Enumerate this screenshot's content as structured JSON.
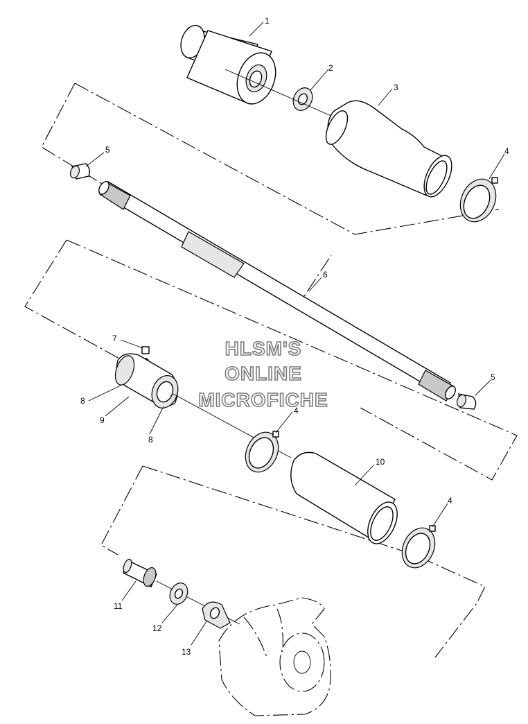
{
  "diagram": {
    "watermark": {
      "line1": "HLSM'S",
      "line2": "ONLINE",
      "line3": "MICROFICHE"
    },
    "callouts": {
      "c1": "1",
      "c2": "2",
      "c3": "3",
      "c4a": "4",
      "c5a": "5",
      "c6": "6",
      "c7": "7",
      "c8a": "8",
      "c9": "9",
      "c8b": "8",
      "c5b": "5",
      "c4b": "4",
      "c10": "10",
      "c4c": "4",
      "c11": "11",
      "c12": "12",
      "c13": "13"
    }
  }
}
